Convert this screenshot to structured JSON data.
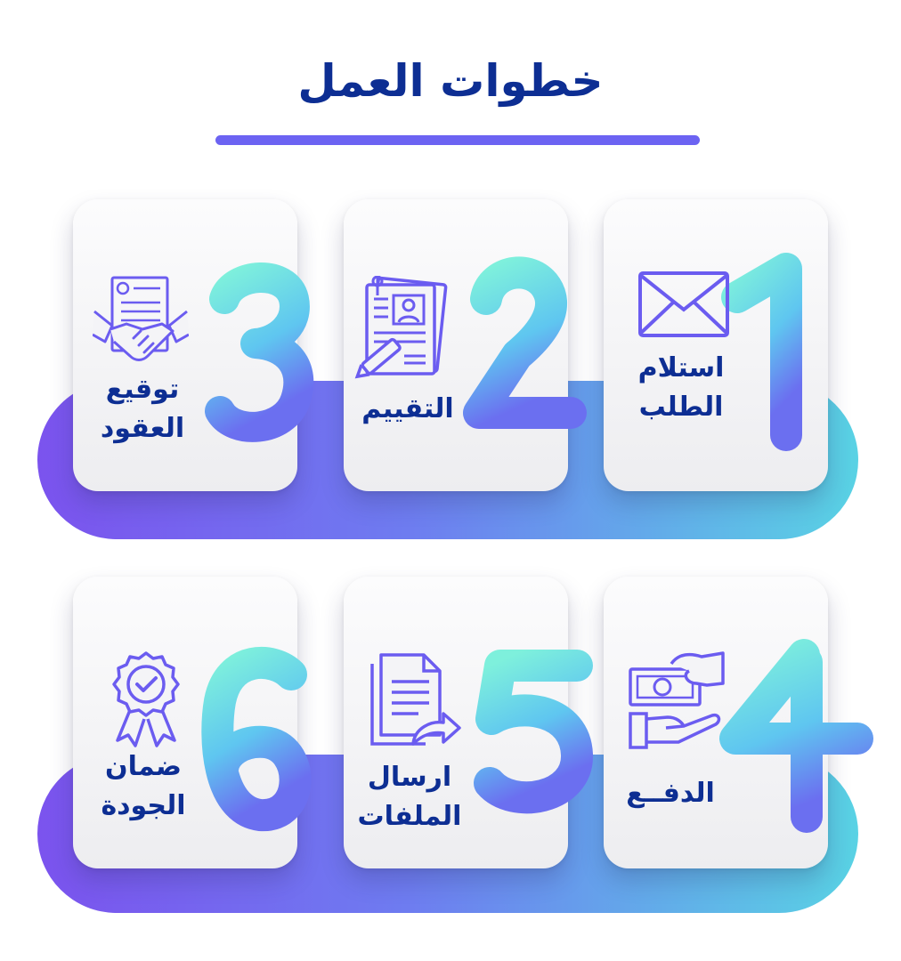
{
  "title": "خطوات العمل",
  "colors": {
    "title": "#0d2e93",
    "underline": "#6c63f2",
    "band_start": "#7b53ee",
    "band_end": "#59d2e4",
    "icon": "#6b5cf0",
    "digit_top": "#7ef0dc",
    "digit_bottom": "#6b6ff0"
  },
  "steps": [
    {
      "number": "1",
      "label": "استلام\nالطلب",
      "icon": "envelope-icon"
    },
    {
      "number": "2",
      "label": "التقييم",
      "icon": "resume-icon"
    },
    {
      "number": "3",
      "label": "توقيع\nالعقود",
      "icon": "handshake-contract-icon"
    },
    {
      "number": "4",
      "label": "الدفــع",
      "icon": "payment-hand-icon"
    },
    {
      "number": "5",
      "label": "ارسال\nالملفات",
      "icon": "send-files-icon"
    },
    {
      "number": "6",
      "label": "ضمان\nالجودة",
      "icon": "quality-badge-icon"
    }
  ]
}
